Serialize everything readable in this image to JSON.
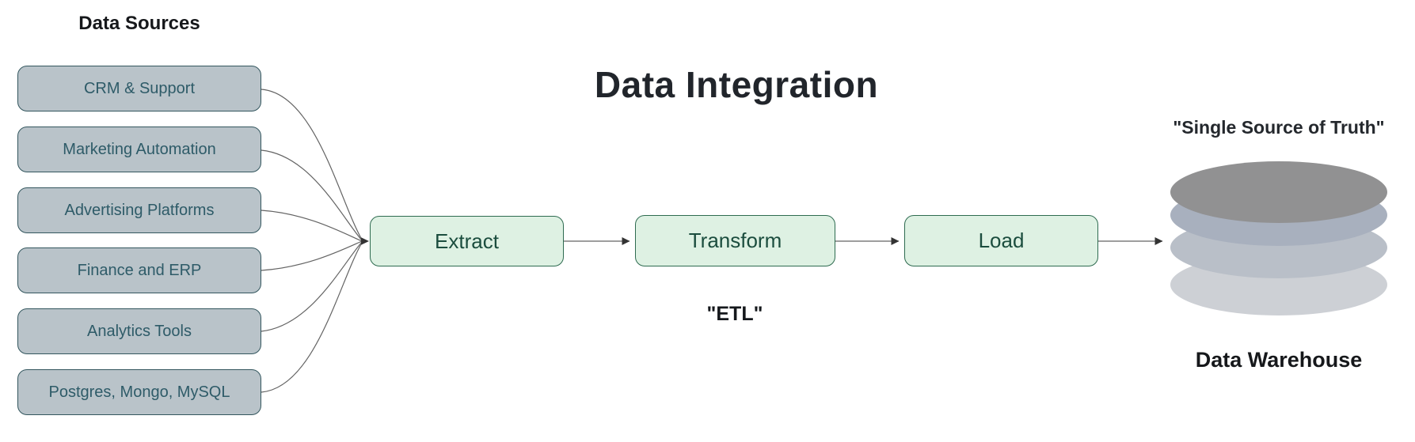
{
  "diagram": {
    "title": "Data Integration",
    "sources": {
      "heading": "Data Sources",
      "items": [
        "CRM & Support",
        "Marketing Automation",
        "Advertising Platforms",
        "Finance and ERP",
        "Analytics Tools",
        "Postgres, Mongo, MySQL"
      ]
    },
    "pipeline": {
      "stages": [
        "Extract",
        "Transform",
        "Load"
      ],
      "caption": "\"ETL\""
    },
    "warehouse": {
      "quote": "\"Single Source of Truth\"",
      "label": "Data Warehouse",
      "icon": "database-cylinder-icon"
    },
    "colors": {
      "source_box_fill": "#b9c3c9",
      "source_box_border": "#33565e",
      "source_text": "#2e5b68",
      "stage_box_fill": "#def1e3",
      "stage_box_border": "#2e6b50",
      "stage_text": "#1b4d3e",
      "edge": "#636363",
      "title_text": "#21252b",
      "warehouse_grays": [
        "#919192",
        "#a8b0be",
        "#b9bfc8",
        "#cdd0d5"
      ]
    }
  }
}
